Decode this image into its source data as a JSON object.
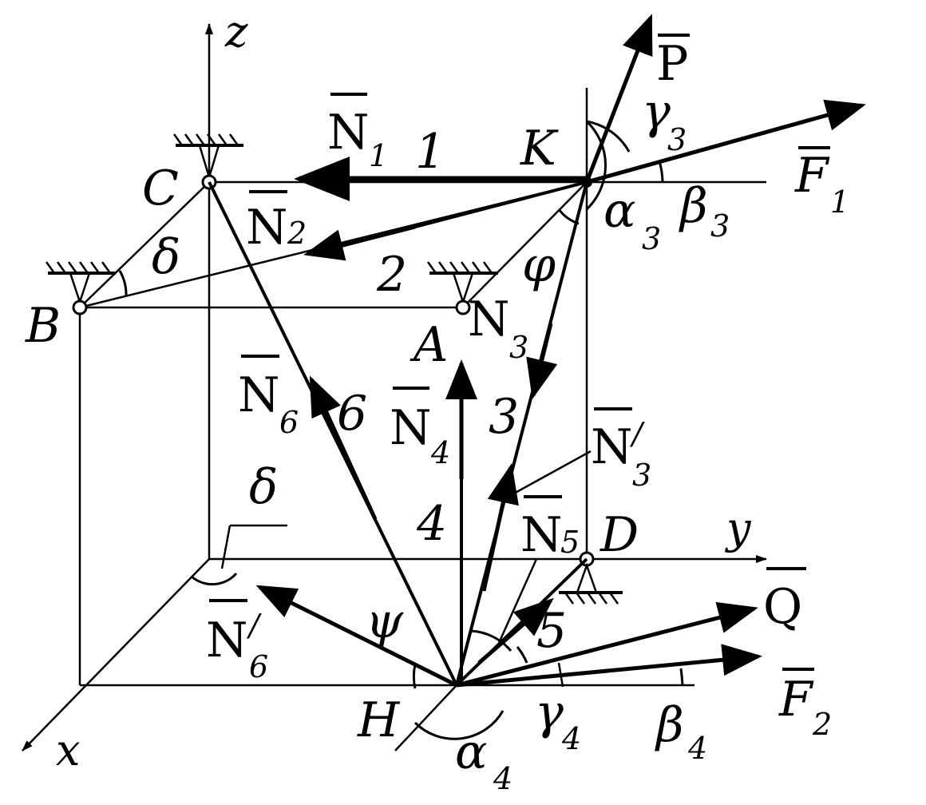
{
  "axes": {
    "x": "x",
    "y": "y",
    "z": "z"
  },
  "points": {
    "A": "A",
    "B": "B",
    "C": "C",
    "D": "D",
    "H": "H",
    "K": "K"
  },
  "rods": {
    "r1": "1",
    "r2": "2",
    "r3": "3",
    "r4": "4",
    "r5": "5",
    "r6": "6"
  },
  "forces": {
    "P": {
      "main": "P",
      "sub": ""
    },
    "Q": {
      "main": "Q",
      "sub": ""
    },
    "F1": {
      "main": "F",
      "sub": "1"
    },
    "F2": {
      "main": "F",
      "sub": "2"
    },
    "N1": {
      "main": "N",
      "sub": "1"
    },
    "N2": {
      "main": "N",
      "sub": "2"
    },
    "N3": {
      "main": "N",
      "sub": "3"
    },
    "N3p": {
      "main": "N",
      "prime": "/",
      "sub": "3"
    },
    "N4": {
      "main": "N",
      "sub": "4"
    },
    "N5": {
      "main": "N",
      "sub": "5"
    },
    "N6": {
      "main": "N",
      "sub": "6"
    },
    "N6p": {
      "main": "N",
      "prime": "/",
      "sub": "6"
    }
  },
  "angles": {
    "gamma3": {
      "main": "γ",
      "sub": "3"
    },
    "beta3": {
      "main": "β",
      "sub": "3"
    },
    "alpha3": {
      "main": "α",
      "sub": "3"
    },
    "phi": {
      "main": "φ"
    },
    "delta_top": {
      "main": "δ"
    },
    "delta_bottom": {
      "main": "δ"
    },
    "psi": {
      "main": "ψ"
    },
    "alpha4": {
      "main": "α",
      "sub": "4"
    },
    "gamma4": {
      "main": "γ",
      "sub": "4"
    },
    "beta4": {
      "main": "β",
      "sub": "4"
    }
  }
}
